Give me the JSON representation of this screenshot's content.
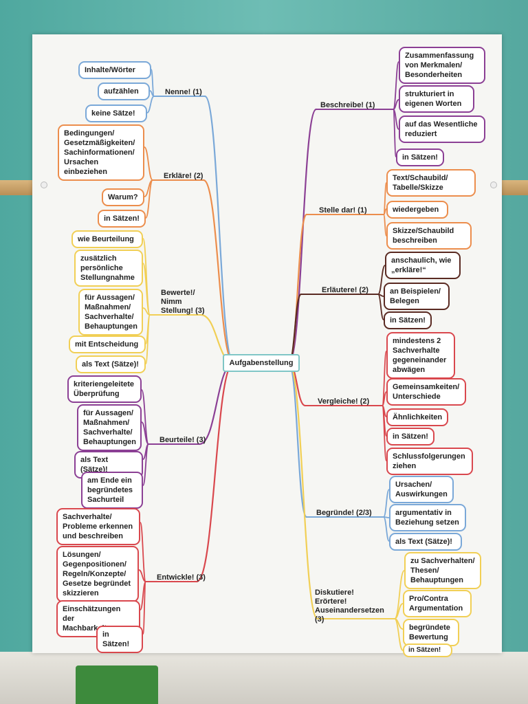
{
  "colors": {
    "blue": "#7aa8d8",
    "orange": "#ec8d4c",
    "yellow": "#f1cf55",
    "purple": "#8b3f94",
    "red": "#d9474d",
    "brown": "#5a2a22"
  },
  "center": "Aufgabenstellung",
  "branches": {
    "nenne": {
      "label": "Nenne! (1)",
      "items": [
        "Inhalte/Wörter",
        "aufzählen",
        "keine Sätze!"
      ]
    },
    "erklaere": {
      "label": "Erkläre! (2)",
      "items": [
        "Bedingungen/\nGesetzmäßigkeiten/\nSachinformationen/\nUrsachen\neinbeziehen",
        "Warum?",
        "in Sätzen!"
      ]
    },
    "bewerte": {
      "label": "Bewerte!/\nNimm\nStellung! (3)",
      "items": [
        "wie Beurteilung",
        "zusätzlich\npersönliche\nStellungnahme",
        "für Aussagen/\nMaßnahmen/\nSachverhalte/\nBehauptungen",
        "mit Entscheidung",
        "als Text (Sätze)!"
      ]
    },
    "beurteile": {
      "label": "Beurteile! (3)",
      "items": [
        "kriteriengeleitete\nÜberprüfung",
        "für Aussagen/\nMaßnahmen/\nSachverhalte/\nBehauptungen",
        "als Text (Sätze)!",
        "am Ende ein\nbegründetes\nSachurteil"
      ]
    },
    "entwickle": {
      "label": "Entwickle! (3)",
      "items": [
        "Sachverhalte/\nProbleme erkennen\nund beschreiben",
        "Lösungen/\nGegenpositionen/\nRegeln/Konzepte/\nGesetze begründet\nskizzieren",
        "Einschätzungen der\nMachbarkeit",
        "in Sätzen!"
      ]
    },
    "beschreibe": {
      "label": "Beschreibe! (1)",
      "items": [
        "Zusammenfassung\nvon Merkmalen/\nBesonderheiten",
        "strukturiert in\neigenen Worten",
        "auf das Wesentliche\nreduziert",
        "in Sätzen!"
      ]
    },
    "stelle": {
      "label": "Stelle dar! (1)",
      "items": [
        "Text/Schaubild/\nTabelle/Skizze",
        "wiedergeben",
        "Skizze/Schaubild\nbeschreiben"
      ]
    },
    "erlaeutere": {
      "label": "Erläutere! (2)",
      "items": [
        "anschaulich, wie\n„erkläre!“",
        "an Beispielen/\nBelegen",
        "in Sätzen!"
      ]
    },
    "vergleiche": {
      "label": "Vergleiche! (2)",
      "items": [
        "mindestens 2\nSachverhalte\ngegeneinander\nabwägen",
        "Gemeinsamkeiten/\nUnterschiede",
        "Ähnlichkeiten",
        "in Sätzen!",
        "Schlussfolgerungen\nziehen"
      ]
    },
    "begruende": {
      "label": "Begründe! (2/3)",
      "items": [
        "Ursachen/\nAuswirkungen",
        "argumentativ in\nBeziehung setzen",
        "als Text (Sätze)!"
      ]
    },
    "diskutiere": {
      "label": "Diskutiere!\nErörtere!\nAuseinandersetzen\n(3)",
      "items": [
        "zu Sachverhalten/\nThesen/\nBehauptungen",
        "Pro/Contra\nArgumentation",
        "begründete\nBewertung",
        "in Sätzen!"
      ]
    }
  }
}
